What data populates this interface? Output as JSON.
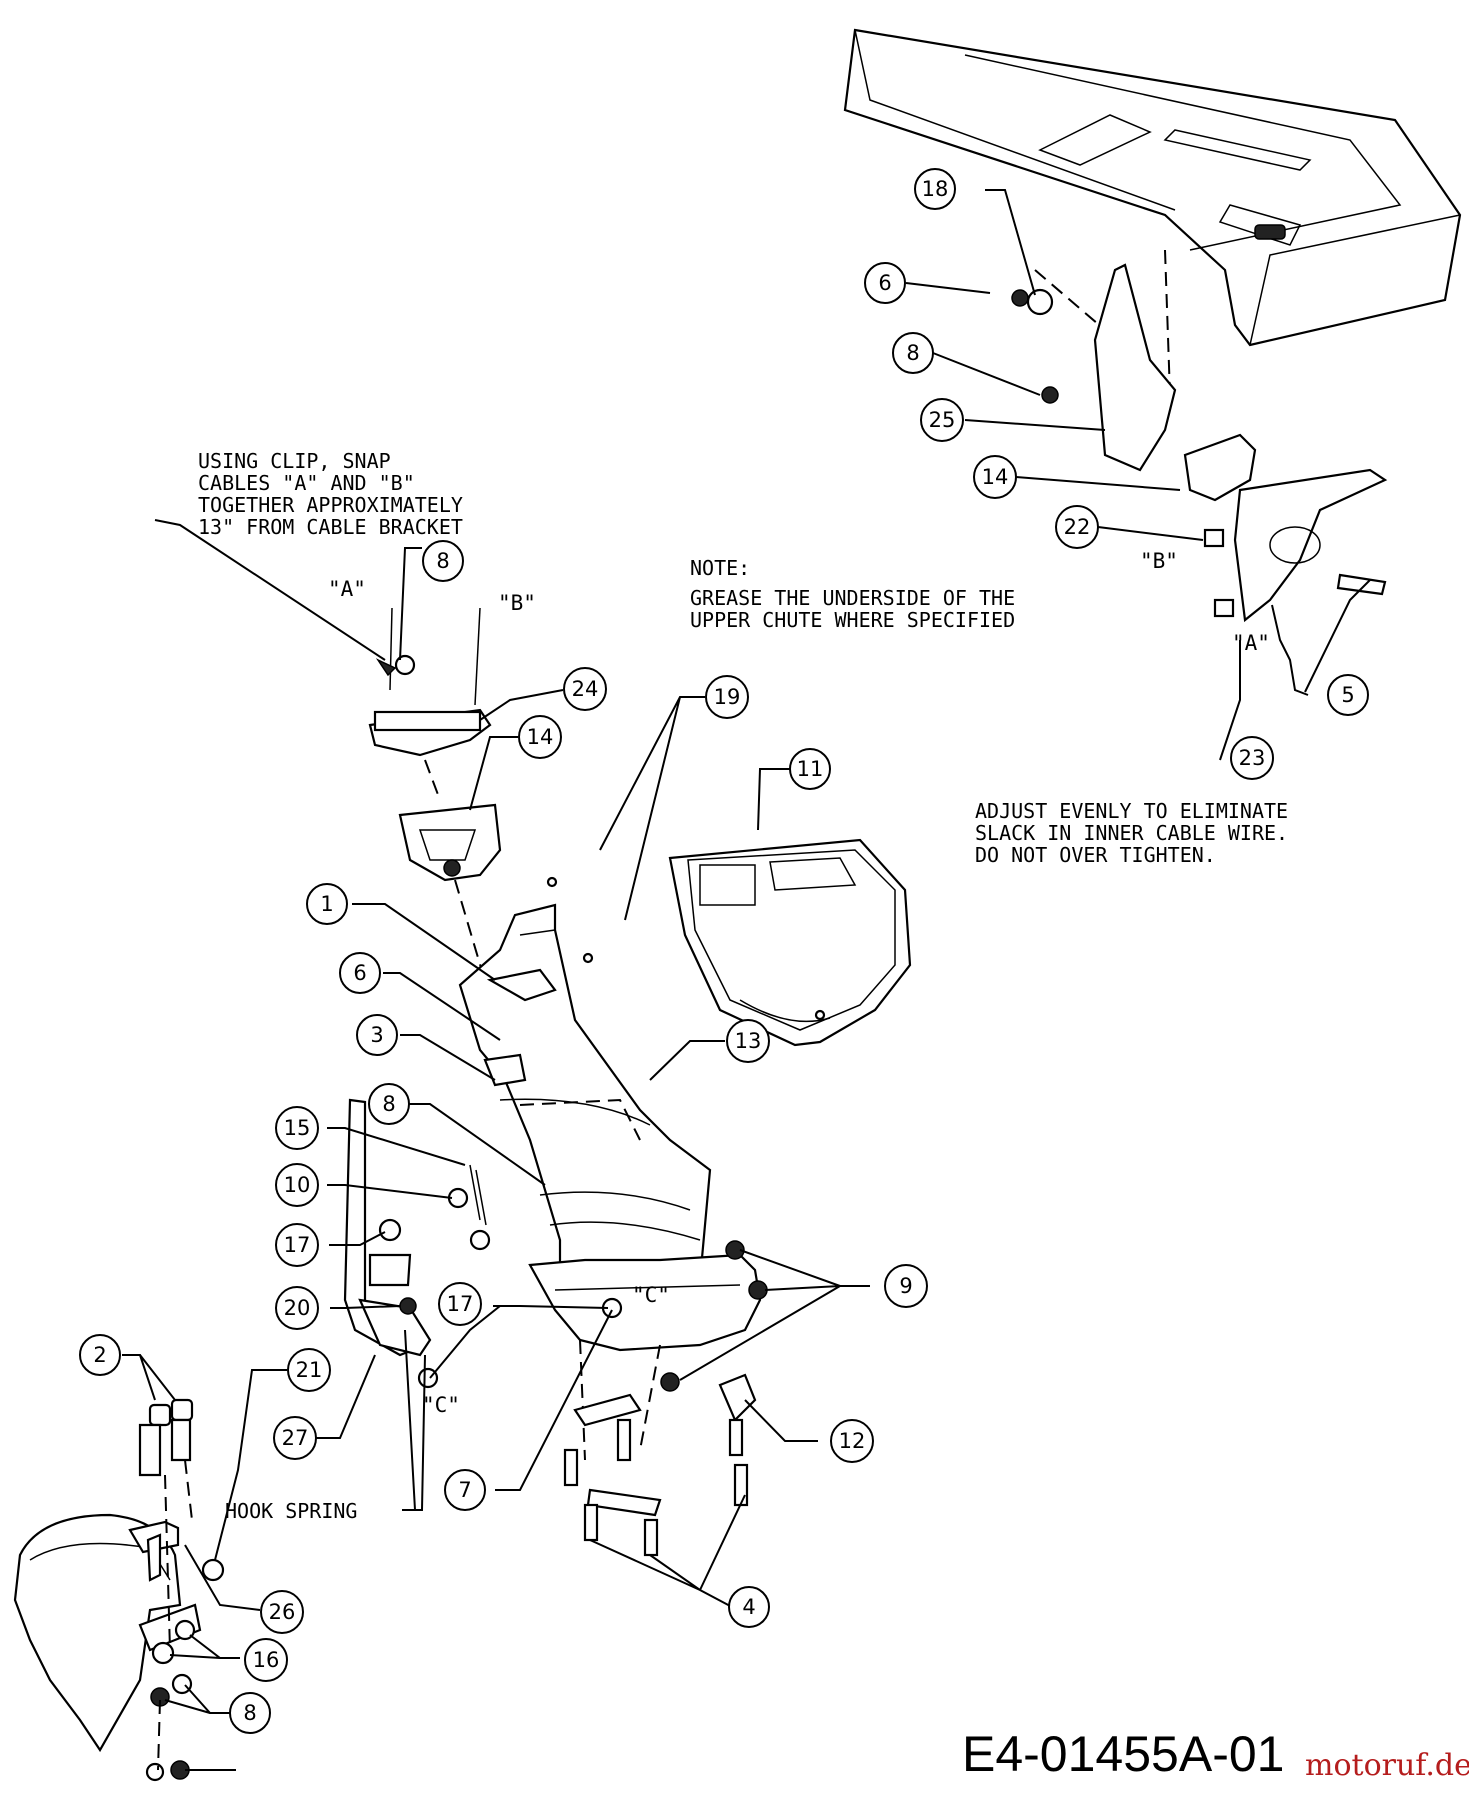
{
  "notes": {
    "clip": [
      "USING CLIP, SNAP",
      "CABLES \"A\" AND \"B\"",
      "TOGETHER APPROXIMATELY",
      "13\" FROM CABLE BRACKET"
    ],
    "grease": [
      "NOTE:",
      "GREASE THE UNDERSIDE OF THE",
      "UPPER CHUTE WHERE SPECIFIED"
    ],
    "adjust": [
      "ADJUST EVENLY TO ELIMINATE",
      "SLACK IN INNER CABLE WIRE.",
      "DO NOT OVER TIGHTEN."
    ],
    "hook_spring": "HOOK SPRING"
  },
  "tags": {
    "a": "\"A\"",
    "b": "\"B\"",
    "c": "\"C\""
  },
  "callouts": {
    "c18": "18",
    "c6a": "6",
    "c8a": "8",
    "c25": "25",
    "c14a": "14",
    "c22": "22",
    "c5": "5",
    "c23": "23",
    "c8b": "8",
    "c24": "24",
    "c14b": "14",
    "c19": "19",
    "c11": "11",
    "c1": "1",
    "c6b": "6",
    "c3": "3",
    "c13": "13",
    "c8c": "8",
    "c15": "15",
    "c10": "10",
    "c17a": "17",
    "c20": "20",
    "c17b": "17",
    "c9": "9",
    "c2": "2",
    "c21": "21",
    "c27": "27",
    "c12": "12",
    "c7": "7",
    "c26": "26",
    "c4": "4",
    "c16": "16",
    "c8d": "8"
  },
  "drawing_number": "E4-01455A-01",
  "watermark": "motoruf.de"
}
